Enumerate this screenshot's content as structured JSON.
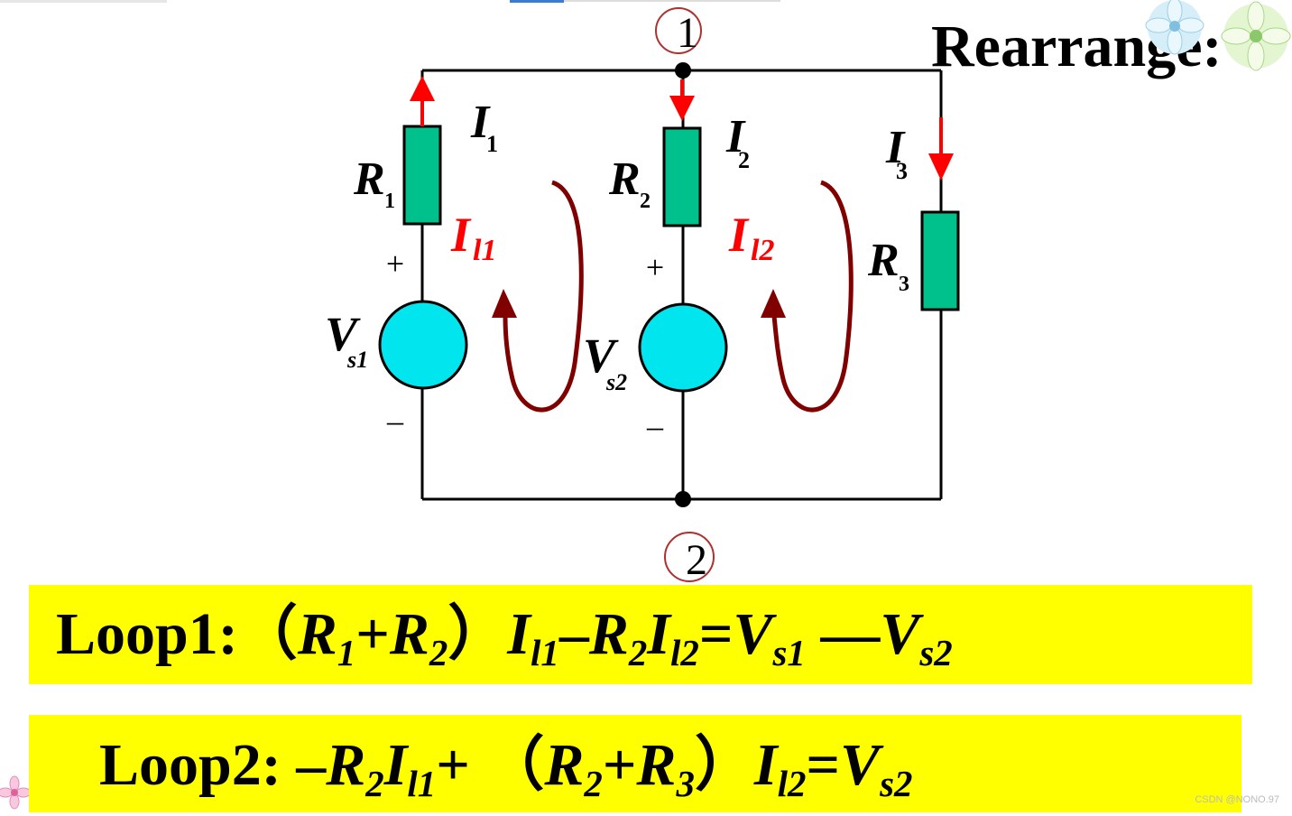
{
  "heading": "Rearrange:",
  "nodes": {
    "top": "1",
    "bottom": "2"
  },
  "labels": {
    "I1": {
      "main": "I",
      "sub": "1"
    },
    "I2": {
      "main": "I",
      "sub": "2"
    },
    "I3": {
      "main": "I",
      "sub": "3"
    },
    "R1": {
      "main": "R",
      "sub": "1"
    },
    "R2": {
      "main": "R",
      "sub": "2"
    },
    "R3": {
      "main": "R",
      "sub": "3"
    },
    "Vs1": {
      "main": "V",
      "sub": "s1"
    },
    "Vs2": {
      "main": "V",
      "sub": "s2"
    },
    "Il1": {
      "main": "I",
      "sub": "l1"
    },
    "Il2": {
      "main": "I",
      "sub": "l2"
    },
    "plus": "+",
    "minus": "–"
  },
  "equations": {
    "loop1": {
      "name": "Loop1:",
      "open": "（",
      "r_a": "R",
      "r_a_sub": "1",
      "plus": "+",
      "r_b": "R",
      "r_b_sub": "2",
      "close": "）",
      "i_a": "I",
      "i_a_sub": "l1",
      "minus": "–",
      "r_c": "R",
      "r_c_sub": "2",
      "i_b": "I",
      "i_b_sub": "l2",
      "eq": "=",
      "v_a": "V",
      "v_a_sub": "s1",
      "dash": "—",
      "v_b": "V",
      "v_b_sub": "s2"
    },
    "loop2": {
      "name": "Loop2:",
      "minus": "–",
      "r_a": "R",
      "r_a_sub": "2",
      "i_a": "I",
      "i_a_sub": "l1",
      "plus": "+",
      "open": "（",
      "r_b": "R",
      "r_b_sub": "2",
      "plus2": "+",
      "r_c": "R",
      "r_c_sub": "3",
      "close": "）",
      "i_b": "I",
      "i_b_sub": "l2",
      "eq": "=",
      "v_a": "V",
      "v_a_sub": "s2"
    }
  },
  "watermark": "CSDN @NONO.97",
  "colors": {
    "resistor": "#00c08b",
    "source": "#00e5ee",
    "current_arrow": "#ff0000",
    "loop_arrow": "#800000",
    "loop_label": "#ff0000",
    "highlight": "#ffff00"
  }
}
